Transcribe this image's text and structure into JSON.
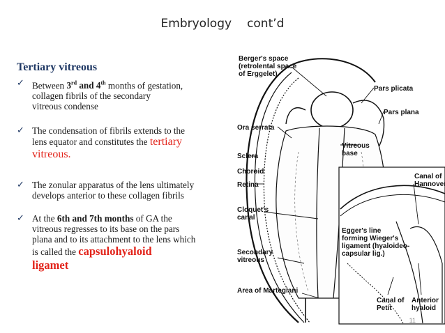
{
  "slide": {
    "title": "Embryology",
    "title_cont": "cont’d",
    "heading": "Tertiary vitreous",
    "page_number": "11"
  },
  "bullets": [
    {
      "pre": "Between ",
      "n1": "3",
      "s1": "rd",
      "and": " and 4",
      "s2": "th",
      "rest1": "  months of gestation,",
      "rest2": "collagen fibrils of the secondary",
      "rest3": "vitreous condense"
    },
    {
      "line1": "The condensation of fibrils extends to the",
      "line2": "lens equator and constitutes the ",
      "red1": "tertiary",
      "red2": "vitreous."
    },
    {
      "line1": "The zonular apparatus of the lens ultimately",
      "line2": "develops anterior to these collagen fibrils"
    },
    {
      "pre": "At the ",
      "bold": "6th and 7th months",
      "post": " of GA the",
      "line2": "vitreous regresses to its base on the pars",
      "line3": "plana and to its attachment to the lens which",
      "line4": "is called  the ",
      "red1": "capsulohyaloid",
      "red2": "ligamet"
    }
  ],
  "diagram_labels": {
    "bergers1": "Berger's space",
    "bergers2": "(retrolental space",
    "bergers3": "of Erggelet)",
    "pars_plicata": "Pars plicata",
    "pars_plana": "Pars plana",
    "ora_serrata": "Ora serrata",
    "vitreous_base1": "Vitreous",
    "vitreous_base2": "base",
    "sclera": "Sclera",
    "choroid": "Choroid",
    "retina": "Retina",
    "canal_hannover1": "Canal of",
    "canal_hannover2": "Hannover",
    "cloquet1": "Cloquet's",
    "cloquet2": "canal",
    "egger1": "Egger's line",
    "egger2": "forming Wieger's",
    "egger3": "ligament (hyaloideo-",
    "egger4": "capsular lig.)",
    "secondary1": "Secondary",
    "secondary2": "vitreous",
    "martegiani": "Area of Martegiani",
    "canal_petit1": "Canal of",
    "canal_petit2": "Petit",
    "anterior_hyaloid1": "Anterior",
    "anterior_hyaloid2": "hyaloid"
  }
}
